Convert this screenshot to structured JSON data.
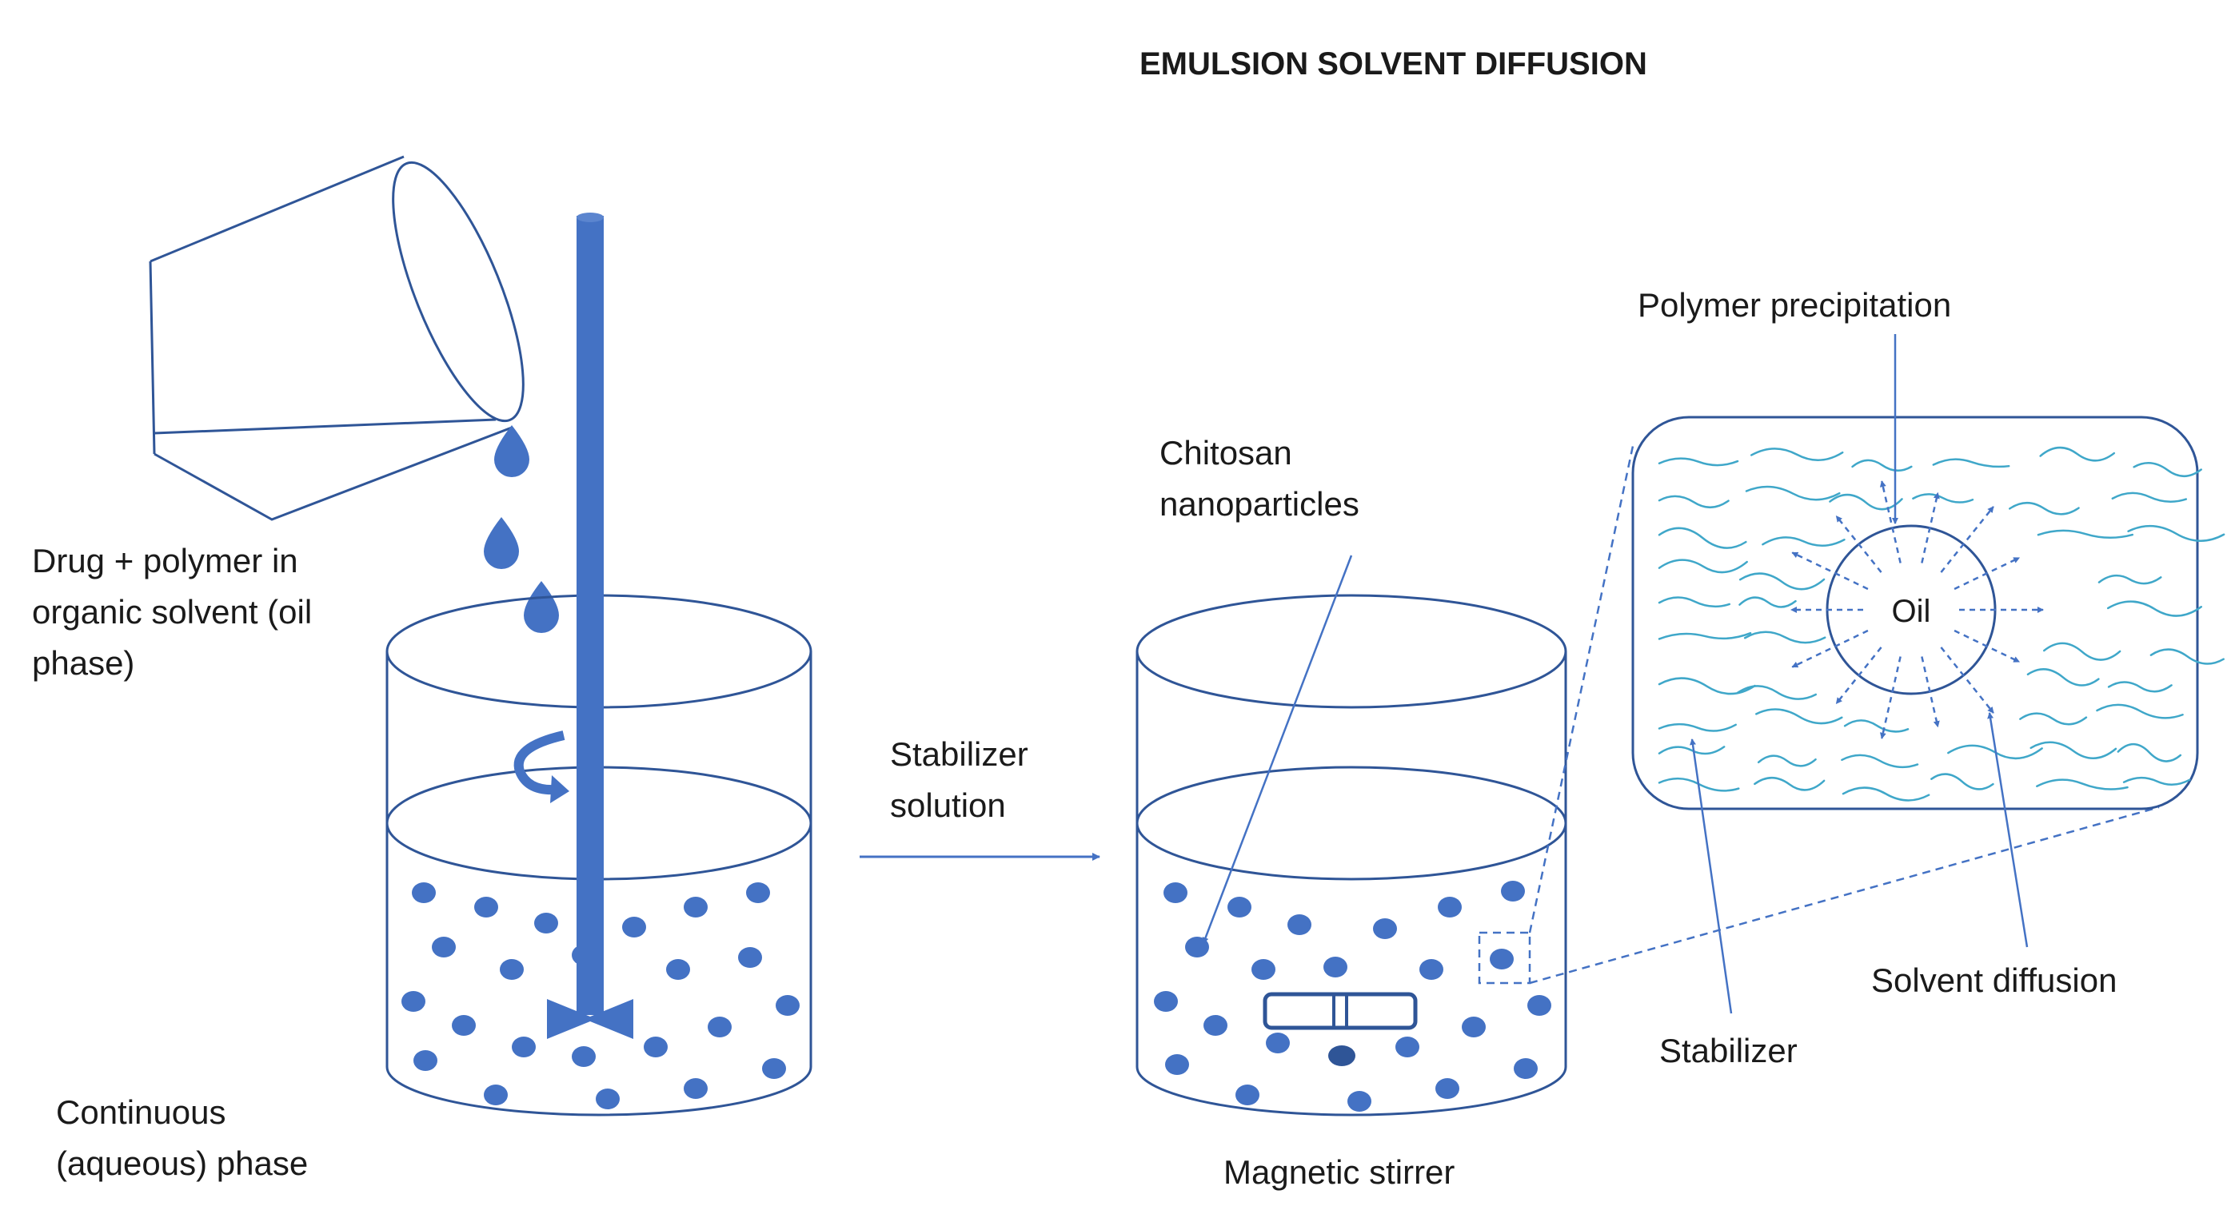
{
  "title": "EMULSION SOLVENT DIFFUSION",
  "labels": {
    "oil_phase": [
      "Drug + polymer in",
      "organic solvent (oil",
      "phase)"
    ],
    "continuous_phase": [
      "Continuous",
      "(aqueous) phase"
    ],
    "stabilizer_solution": [
      "Stabilizer",
      "solution"
    ],
    "chitosan": [
      "Chitosan",
      "nanoparticles"
    ],
    "magnetic_stirrer": "Magnetic stirrer",
    "polymer_precipitation": "Polymer precipitation",
    "oil": "Oil",
    "solvent_diffusion": "Solvent diffusion",
    "stabilizer": "Stabilizer"
  },
  "colors": {
    "outline": "#2f5597",
    "fill_blue": "#4472c4",
    "polymer_strand": "#3fa7c9",
    "text": "#1a1a1a"
  }
}
